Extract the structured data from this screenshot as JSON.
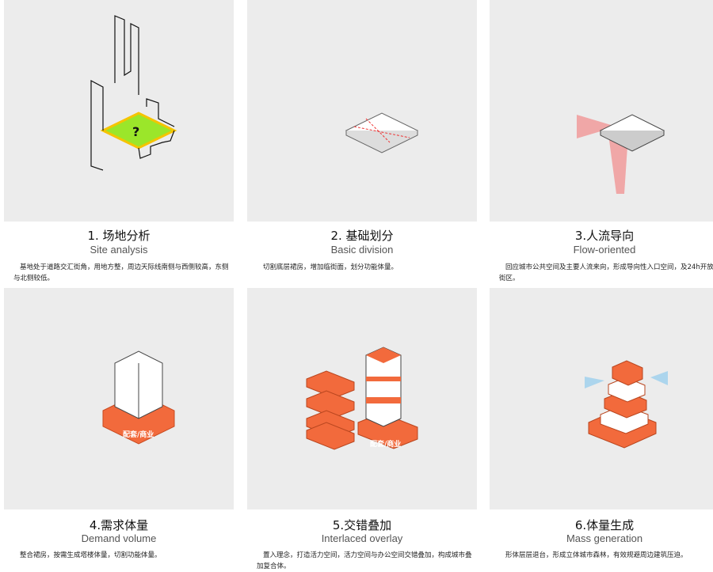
{
  "panels": [
    {
      "title": "1. 场地分析",
      "subtitle": "Site analysis",
      "desc": "基地处于道路交汇街角，用地方整，周边天际线南侧与西侧较高，东侧与北侧较低。",
      "mark": "?"
    },
    {
      "title": "2. 基础划分",
      "subtitle": "Basic division",
      "desc": "切割底层裙房，增加临街面，划分功能体量。"
    },
    {
      "title": "3.人流导向",
      "subtitle": "Flow-oriented",
      "desc": "回应城市公共空间及主要人流来向，形成导向性入口空间，及24h开放街区。"
    },
    {
      "title": "4.需求体量",
      "subtitle": "Demand volume",
      "desc": "整合裙房，按需生成塔楼体量，切割功能体量。",
      "label": "配套/商业"
    },
    {
      "title": "5.交错叠加",
      "subtitle": "Interlaced overlay",
      "desc": "置入理念，打造活力空间，活力空间与办公空间交错叠加，构成城市叠加复合体。",
      "label": "配套/商业"
    },
    {
      "title": "6.体量生成",
      "subtitle": "Mass generation",
      "desc": "形体层层退台，形成立体城市森林，有效规避周边建筑压迫。"
    }
  ],
  "colors": {
    "orange": "#f26a3c",
    "green": "#9be62a",
    "road": "#d4d4d4",
    "block": "#ffffff",
    "flow": "#f47a7a"
  }
}
